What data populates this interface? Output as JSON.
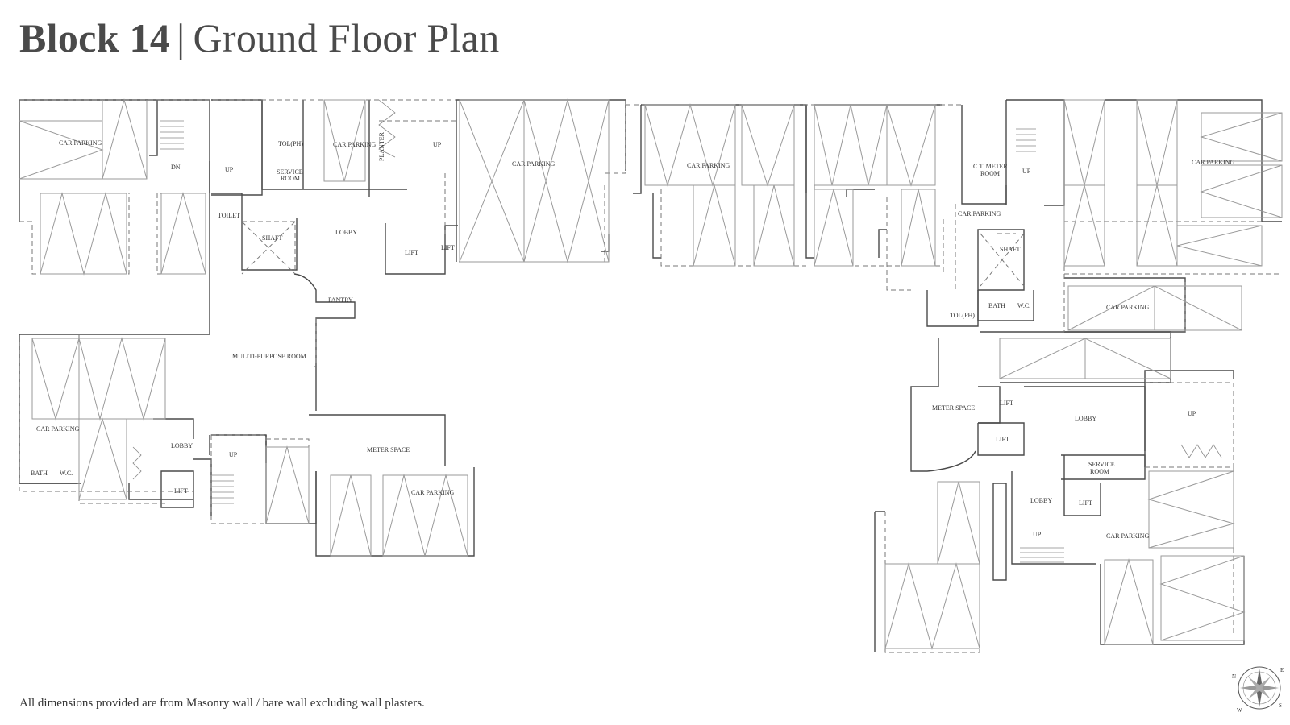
{
  "header": {
    "title_bold": "Block 14",
    "title_separator": "|",
    "title_rest": "Ground Floor Plan"
  },
  "footer": {
    "note": "All dimensions provided are from Masonry wall / bare wall excluding wall plasters."
  },
  "labels": {
    "car_parking": "CAR PARKING",
    "toilet": "TOILET",
    "shaft": "SHAFT",
    "lobby": "LOBBY",
    "lift": "LIFT",
    "pantry": "PANTRY",
    "multi_purpose_room": "MULITI-PURPOSE ROOM",
    "meter_space": "METER SPACE",
    "service_room_line1": "SERVICE",
    "service_room_line2": "ROOM",
    "tol_ph": "TOL(PH)",
    "planter": "PLANTER",
    "up": "UP",
    "dn": "DN",
    "bath": "BATH",
    "wc": "W.C.",
    "ct_meter_line1": "C.T. METER",
    "ct_meter_line2": "ROOM"
  },
  "compass": {
    "north": "N",
    "south": "S",
    "east": "E",
    "west": "W"
  },
  "colors": {
    "wall": "#4a4a4a",
    "parking_line": "#9a9a9a",
    "dashed": "#777777"
  }
}
